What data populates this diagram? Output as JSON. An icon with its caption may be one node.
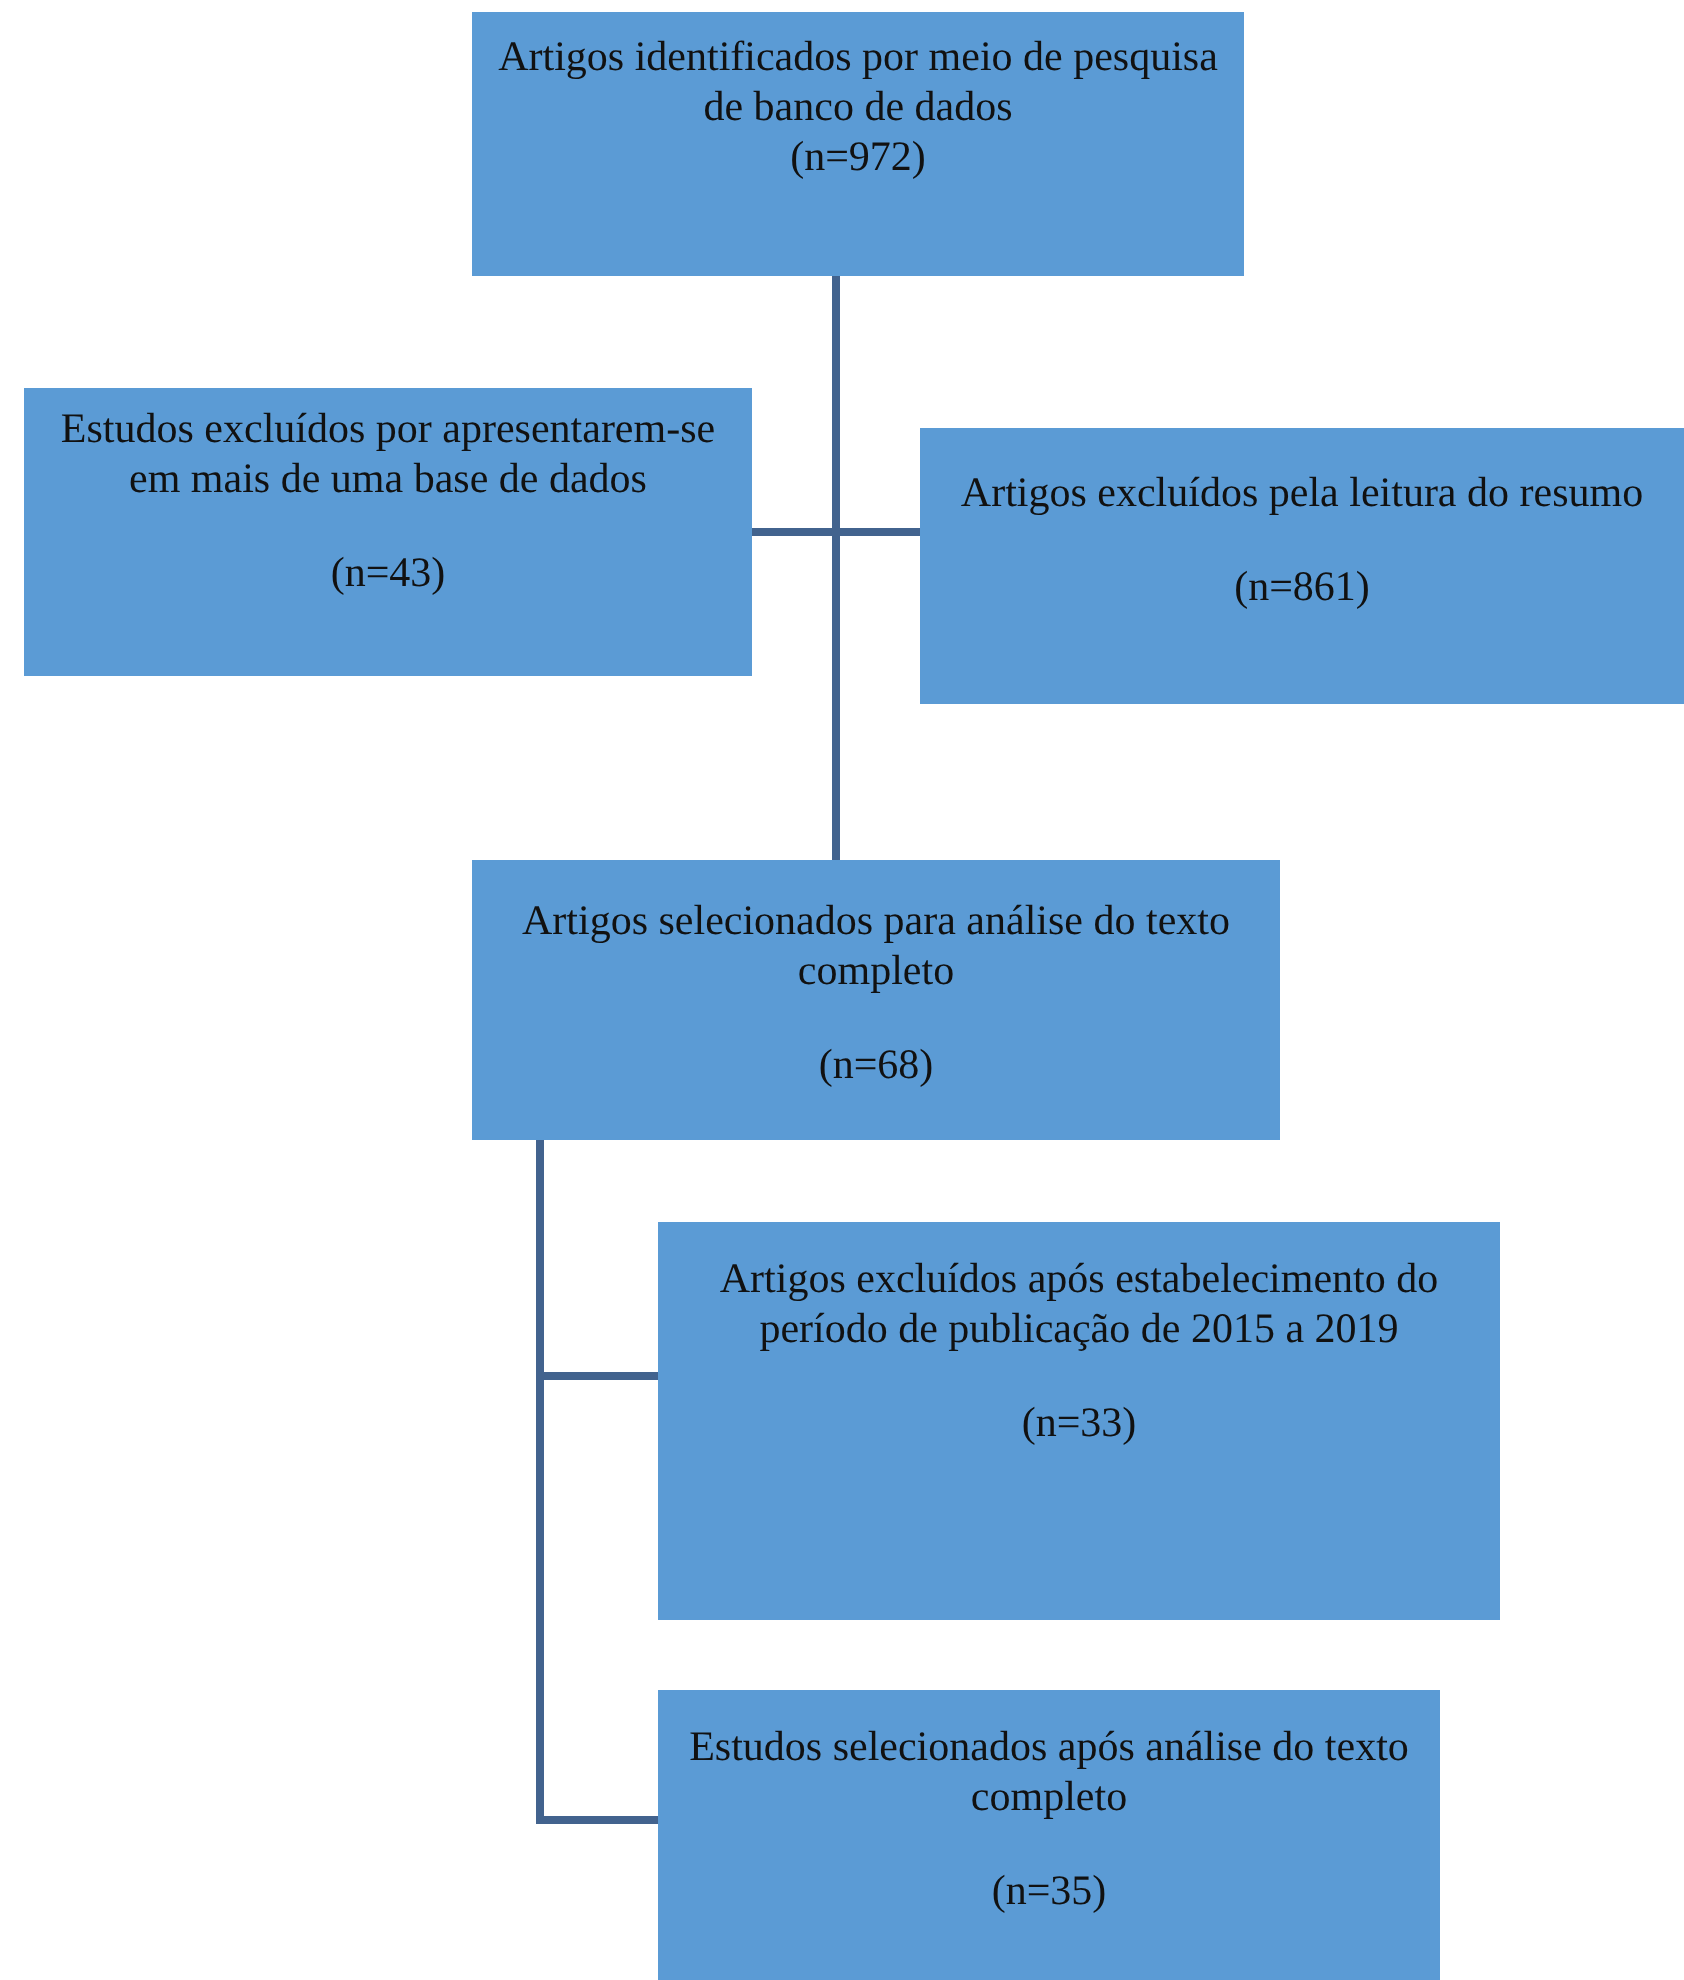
{
  "diagram": {
    "nodes": [
      {
        "text": [
          "Artigos identificados por meio de pesquisa de banco de dados",
          "(n=972)"
        ]
      },
      {
        "text": [
          "Estudos excluídos por apresentarem-se em mais de uma base de dados",
          "(n=43)"
        ]
      },
      {
        "text": [
          "Artigos excluídos pela leitura do resumo",
          "(n=861)"
        ]
      },
      {
        "text": [
          "Artigos selecionados para análise do texto completo",
          "(n=68)"
        ]
      },
      {
        "text": [
          "Artigos excluídos após estabelecimento do período de publicação de 2015 a 2019",
          "(n=33)"
        ]
      },
      {
        "text": [
          "Estudos selecionados após análise do texto completo",
          "(n=35)"
        ]
      }
    ],
    "edges": [
      {
        "from": 0,
        "to": 1,
        "arrow": "none"
      },
      {
        "from": 0,
        "to": 2,
        "arrow": "none"
      },
      {
        "from": 0,
        "to": 3,
        "arrow": "none"
      },
      {
        "from": 3,
        "to": 4,
        "arrow": "none"
      },
      {
        "from": 3,
        "to": 5,
        "arrow": "none"
      }
    ]
  }
}
